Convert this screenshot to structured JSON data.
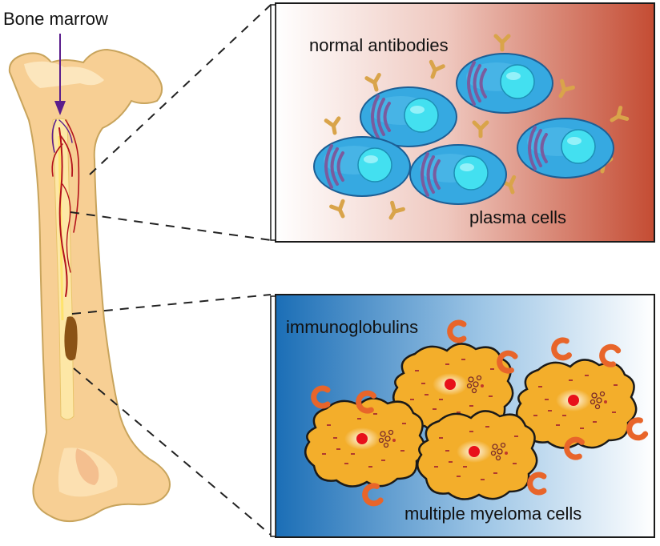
{
  "labels": {
    "bone_marrow": "Bone marrow",
    "normal_antibodies": "normal antibodies",
    "plasma_cells": "plasma cells",
    "immunoglobulins": "immunoglobulins",
    "myeloma_cells": "multiple myeloma cells"
  },
  "colors": {
    "bone": "#f7cf94",
    "bone_outline": "#c8a45c",
    "marrow_canal": "#fde7a6",
    "vessel": "#b3121c",
    "arrow": "#5b1d8c",
    "tumor": "#8a5216",
    "plasma_cell": "#36a9e1",
    "plasma_nucleus": "#43e0f0",
    "golgi": "#7a5b9e",
    "antibody": "#d9a44a",
    "panel_top_end": "#c44c33",
    "panel_bottom_start": "#1b6eb6",
    "myeloma_cell": "#f3ae2b",
    "myeloma_nucleus": "#e8101a",
    "immunoglobulin": "#e8652a"
  }
}
